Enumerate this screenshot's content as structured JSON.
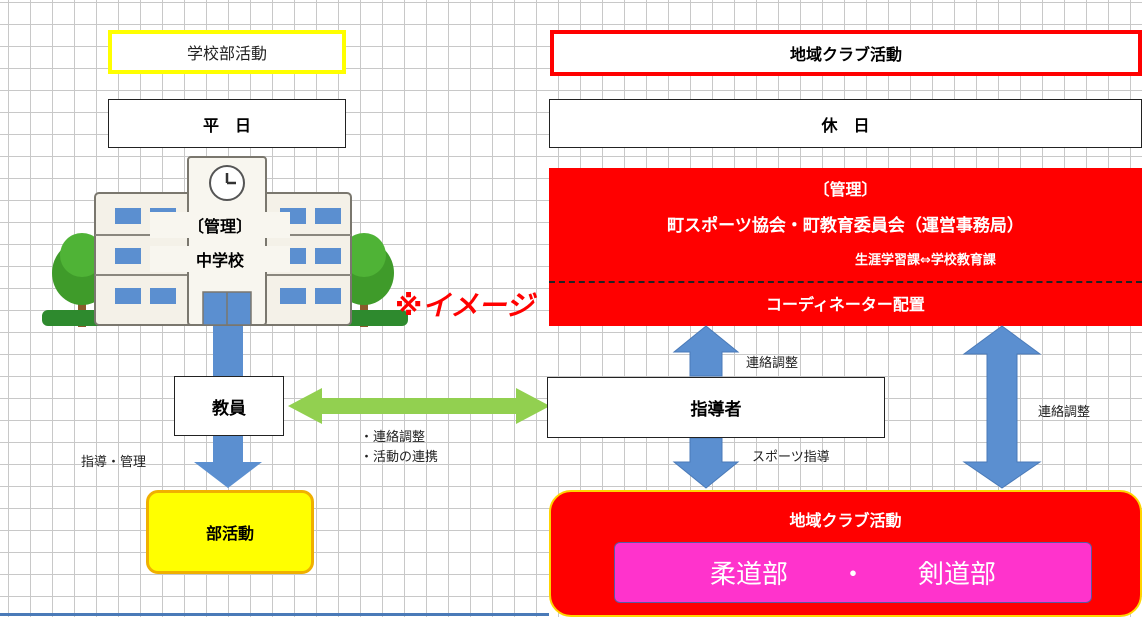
{
  "left": {
    "header": "学校部活動",
    "day": "平　日",
    "mgmt": "〔管理〕",
    "school": "中学校",
    "teacher": "教員",
    "guidance": "指導・管理",
    "club": "部活動"
  },
  "right": {
    "header": "地域クラブ活動",
    "day": "休　日",
    "mgmt_label": "〔管理〕",
    "mgmt_org": "町スポーツ協会・町教育委員会（運営事務局）",
    "mgmt_sub": "生涯学習課⇔学校教育課",
    "coordinator": "コーディネーター配置",
    "contact_1": "連絡調整",
    "contact_2": "連絡調整",
    "coach": "指導者",
    "sports_guidance": "スポーツ指導",
    "club_title": "地域クラブ活動",
    "club_items": "柔道部　　・　　剣道部"
  },
  "middle": {
    "line1": "・連絡調整",
    "line2": "・活動の連携"
  },
  "note": "※イメージ",
  "colors": {
    "red": "#ff0000",
    "yellow": "#ffff00",
    "pink": "#ff33cc",
    "blue_arrow": "#5b8fd0",
    "green_arrow": "#92d050"
  },
  "icons": [
    "school-building-icon",
    "tree-icon",
    "clock-icon"
  ]
}
